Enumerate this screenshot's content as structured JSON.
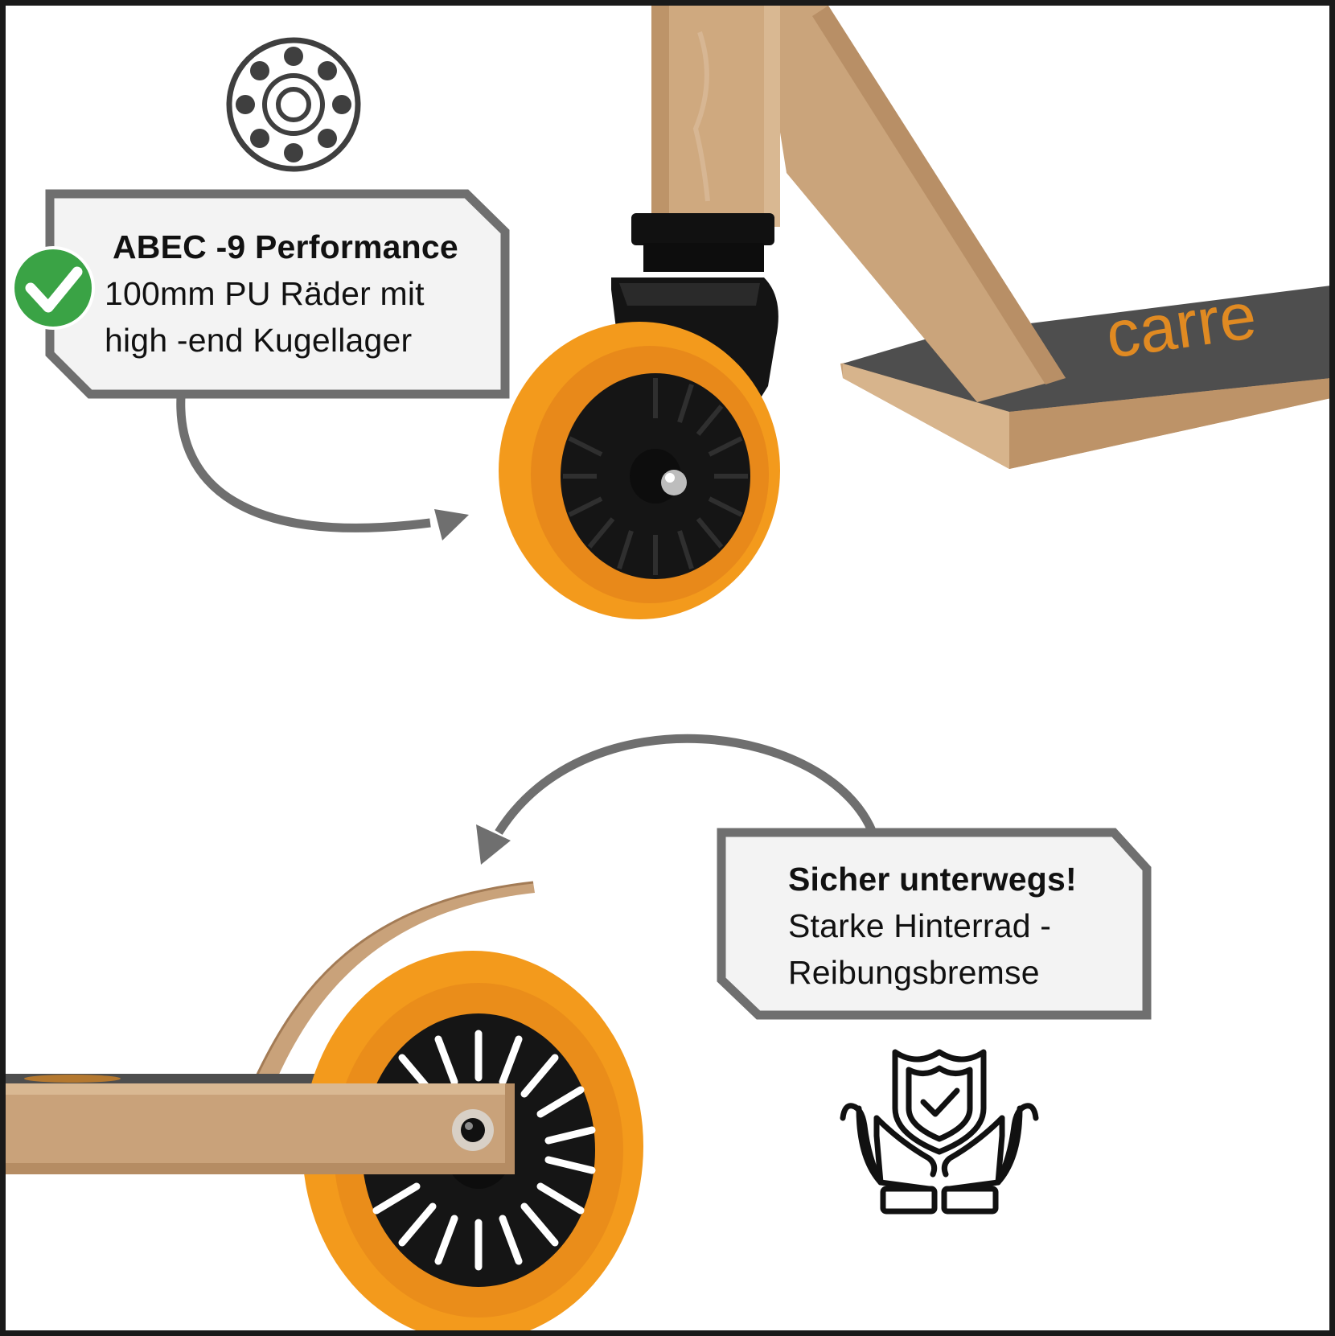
{
  "colors": {
    "frame": "#1a1a1a",
    "callout_border": "#6f6f6f",
    "callout_fill": "#f3f3f3",
    "arrow": "#6f6f6f",
    "check_badge": "#3aa345",
    "wheel_orange": "#f39a1c",
    "hub_black": "#151515",
    "scooter_tan": "#c9a27a",
    "deck_grip": "#4e4e4e",
    "brand_text": "#e08a22"
  },
  "icons": {
    "bearing": "bearing-icon",
    "check": "checkmark-icon",
    "safety": "shield-hands-icon"
  },
  "feature_wheels": {
    "heading": "ABEC -9 Performance",
    "line1": "100mm PU Räder mit",
    "line2": "high -end Kugellager"
  },
  "feature_brake": {
    "heading": "Sicher unterwegs!",
    "line1": "Starke Hinterrad -",
    "line2": "Reibungsbremse"
  },
  "deck_brand": "carre"
}
